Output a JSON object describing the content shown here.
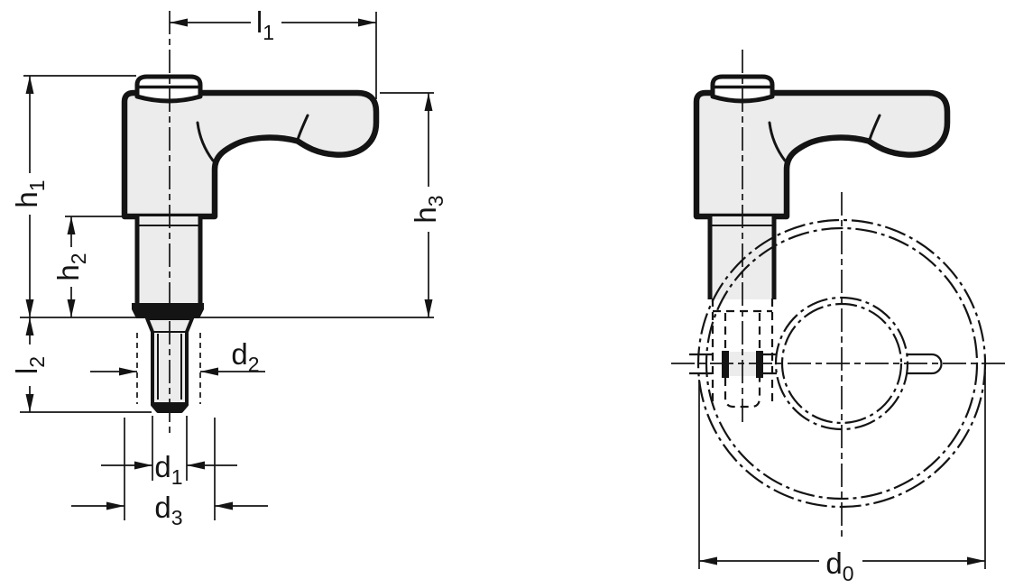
{
  "drawing": {
    "description": "Two-view technical line drawing of an adjustable clamping hand lever mounted on a slotted set collar (side view with dimension chains, and end view with phantom collar)",
    "background_color": "#ffffff",
    "line_color": "#141414",
    "part_fill_color": "#ececec",
    "cap_fill_color": "#ffffff"
  },
  "dimensions": {
    "l1": {
      "base": "l",
      "sub": "1"
    },
    "h1": {
      "base": "h",
      "sub": "1"
    },
    "h2": {
      "base": "h",
      "sub": "2"
    },
    "l2": {
      "base": "l",
      "sub": "2"
    },
    "d2": {
      "base": "d",
      "sub": "2"
    },
    "d1": {
      "base": "d",
      "sub": "1"
    },
    "d3": {
      "base": "d",
      "sub": "3"
    },
    "h3": {
      "base": "h",
      "sub": "3"
    },
    "d0": {
      "base": "d",
      "sub": "0"
    }
  }
}
